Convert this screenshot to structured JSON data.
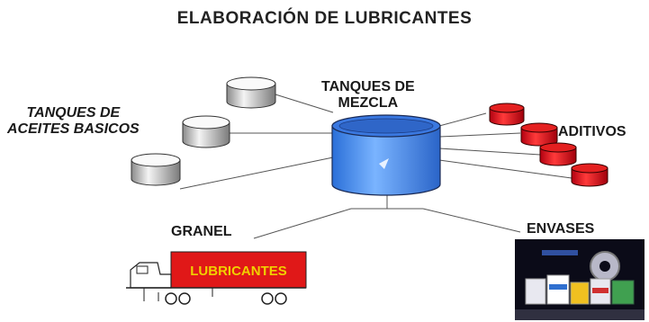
{
  "title": "ELABORACIÓN DE LUBRICANTES",
  "labels": {
    "base_oil_tanks_line1": "TANQUES DE",
    "base_oil_tanks_line2": "ACEITES BASICOS",
    "mixing_tanks_line1": "TANQUES DE",
    "mixing_tanks_line2": "MEZCLA",
    "additives": "ADITIVOS",
    "bulk": "GRANEL",
    "containers": "ENVASES"
  },
  "truck": {
    "cargo_text": "LUBRICANTES"
  },
  "colors": {
    "base_tank": "#c8c8c8",
    "mixing_tank": "#4a8ef0",
    "additive_tank": "#d81020",
    "truck_cargo": "#e01818",
    "truck_text": "#f0d000"
  }
}
